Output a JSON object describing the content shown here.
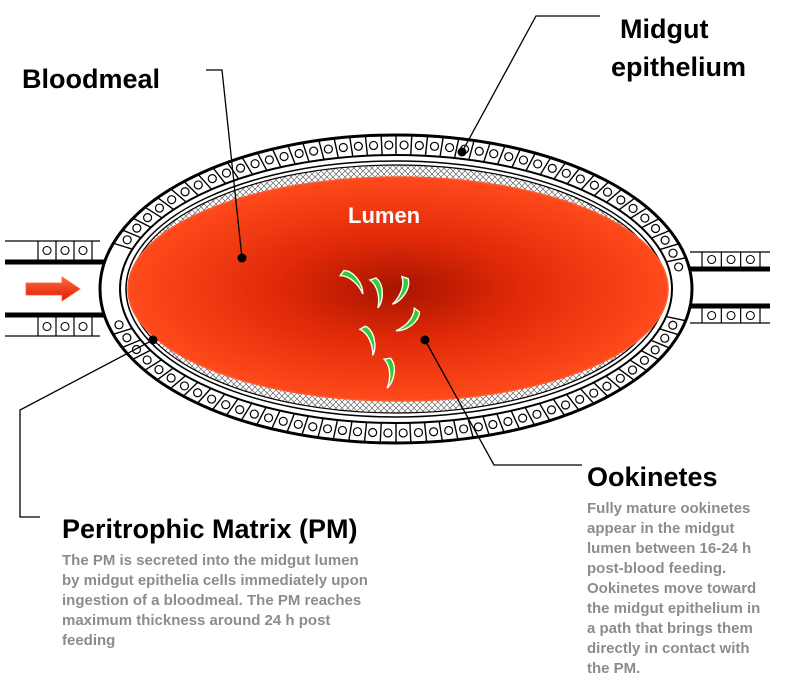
{
  "labels": {
    "bloodmeal": "Bloodmeal",
    "midgut_line1": "Midgut",
    "midgut_line2": "epithelium",
    "lumen": "Lumen",
    "pm_title": "Peritrophic Matrix (PM)",
    "pm_desc": [
      "The PM is secreted into the midgut lumen",
      "by midgut epithelia cells immediately upon",
      "ingestion of a bloodmeal. The PM reaches",
      "maximum thickness around 24 h post",
      "feeding"
    ],
    "ookinetes_title": "Ookinetes",
    "ookinetes_desc": [
      "Fully mature ookinetes",
      "appear in the midgut",
      "lumen between 16-24 h",
      "post-blood feeding.",
      "Ookinetes move toward",
      "the midgut epithelium in",
      "a path that brings them",
      "directly in contact with",
      "the PM."
    ]
  },
  "colors": {
    "lumen_center": "#b01800",
    "lumen_edge": "#ff3c14",
    "ookinete": "#33cc33",
    "arrow": "#ff2200",
    "label_text": "#000000",
    "description_text": "#8c8c8c",
    "pm_mesh": "#555555"
  },
  "icons": {
    "flow_arrow": "right-arrow-icon",
    "parasite": "ookinete-icon"
  },
  "ookinete_count": 6
}
